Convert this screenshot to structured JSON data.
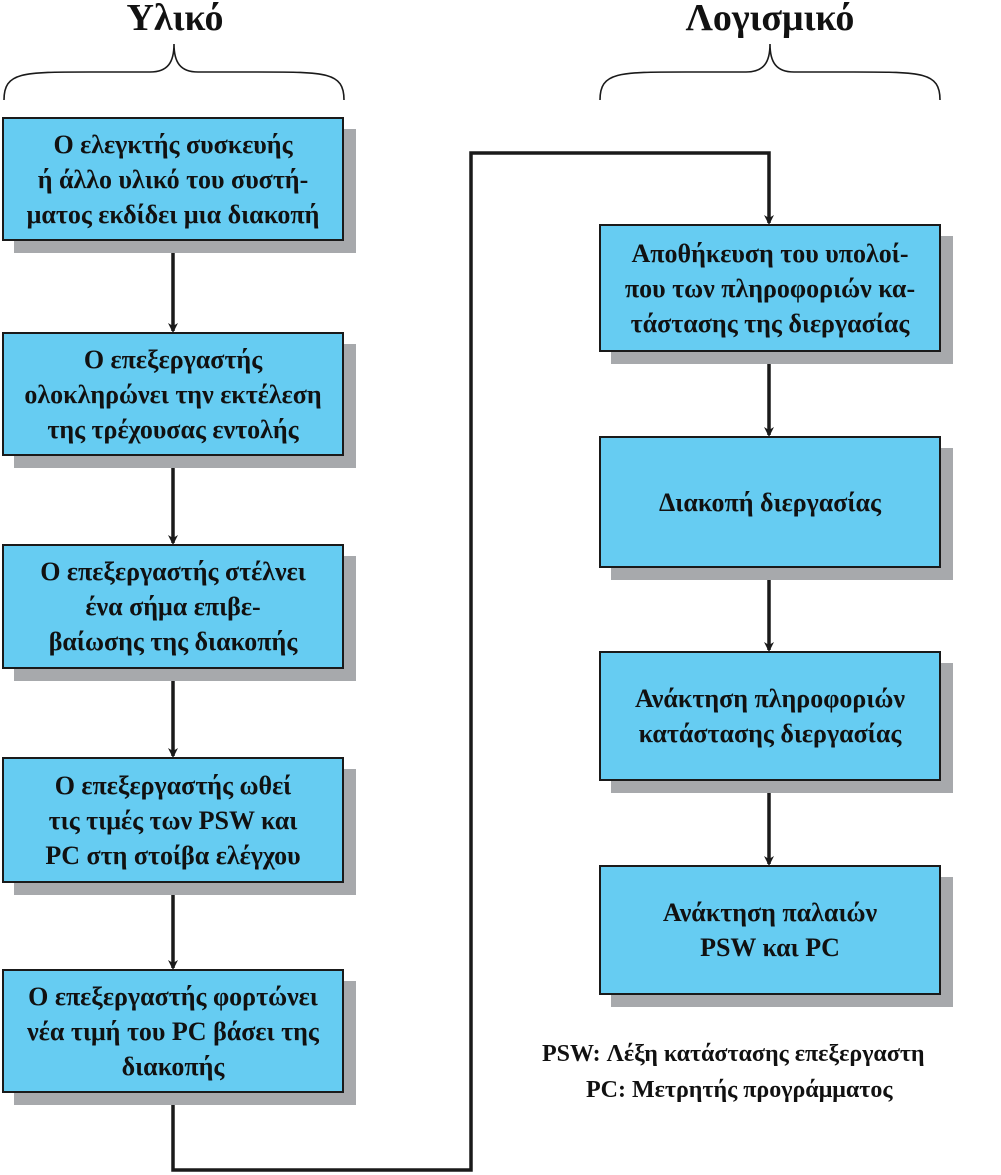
{
  "headings": {
    "hardware": "Υλικό",
    "software": "Λογισμικό"
  },
  "hardware_steps": [
    "Ο ελεγκτής συσκευής\nή άλλο υλικό του συστή-\nματος εκδίδει μια διακοπή",
    "Ο επεξεργαστής\nολοκληρώνει την εκτέλεση\nτης τρέχουσας εντολής",
    "Ο επεξεργαστής στέλνει\nένα σήμα επιβε-\nβαίωσης της διακοπής",
    "Ο επεξεργαστής ωθεί\nτις τιμές των PSW και\nPC στη στοίβα ελέγχου",
    "Ο επεξεργαστής φορτώνει\nνέα τιμή του PC βάσει της\nδιακοπής"
  ],
  "software_steps": [
    "Αποθήκευση του υπολοί-\nπου των πληροφοριών κα-\nτάστασης της διεργασίας",
    "Διακοπή διεργασίας",
    "Ανάκτηση πληροφοριών\nκατάστασης διεργασίας",
    "Ανάκτηση παλαιών\nPSW και PC"
  ],
  "legend": {
    "psw": "PSW: Λέξη κατάστασης επεξεργαστη",
    "pc": "PC: Μετρητής προγράμματος"
  },
  "colors": {
    "box_fill": "#66ccf2",
    "shadow": "#a7a9ac",
    "line": "#1a1a1a"
  }
}
